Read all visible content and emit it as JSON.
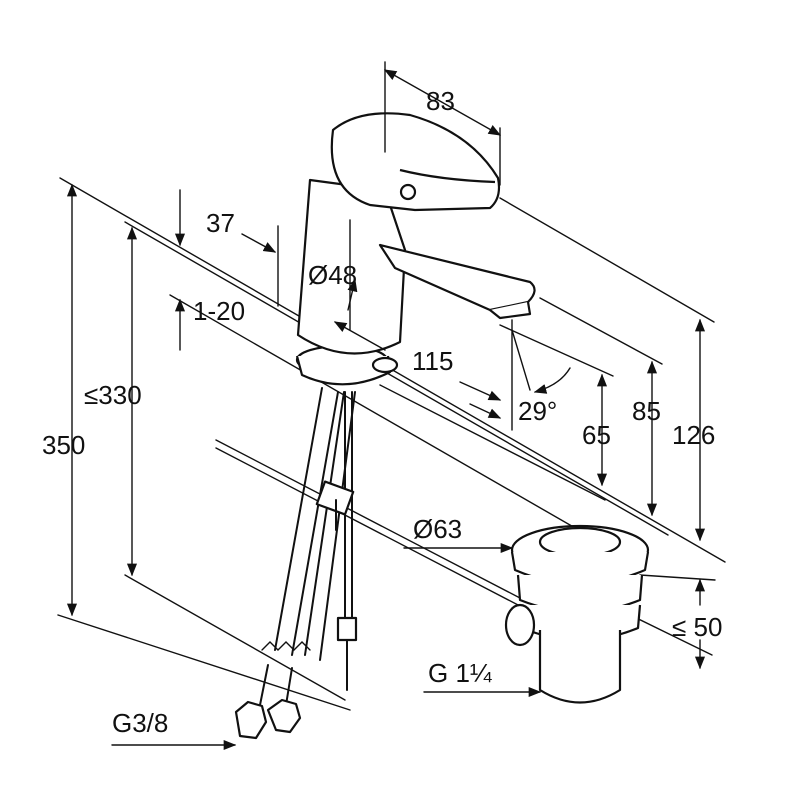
{
  "labels": {
    "width_83": "83",
    "offset_37": "37",
    "diameter_48": "Ø48",
    "range_1_20": "1-20",
    "dim_115": "115",
    "angle_29": "29°",
    "max_330": "≤330",
    "height_350": "350",
    "height_65": "65",
    "height_85": "85",
    "height_126": "126",
    "diameter_63": "Ø63",
    "max_50": "≤ 50",
    "thread_g114": "G 1¼",
    "thread_g38": "G3/8"
  }
}
